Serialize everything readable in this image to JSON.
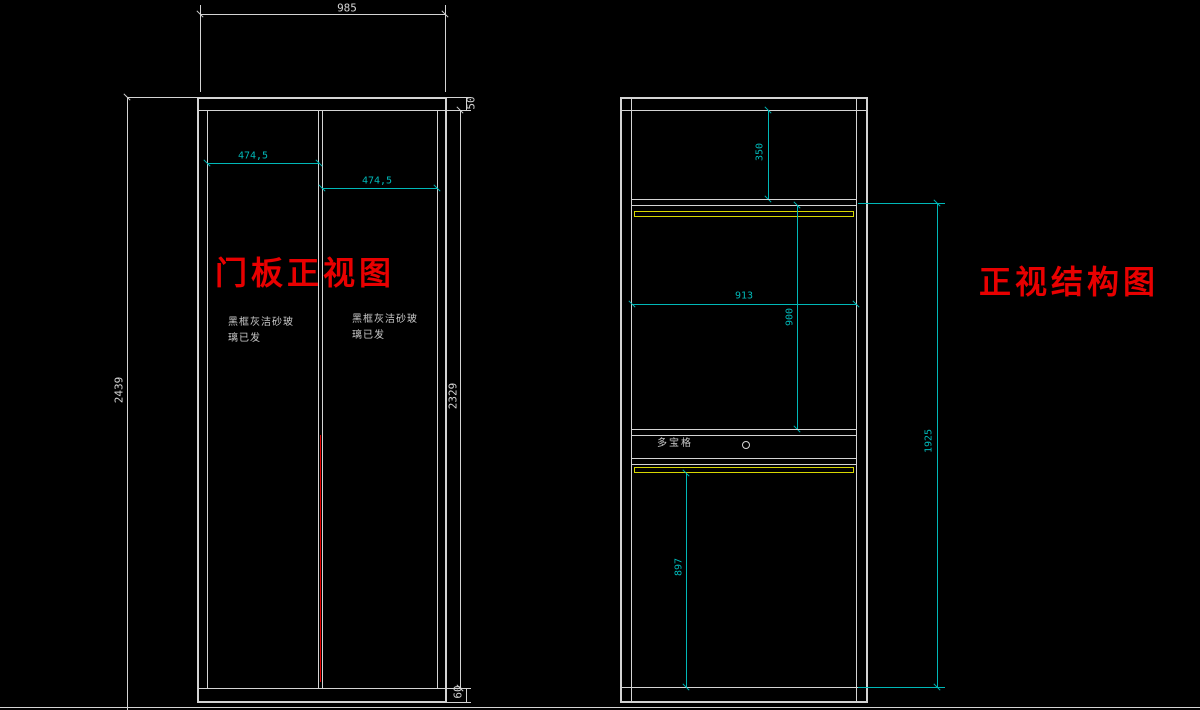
{
  "canvas": {
    "background": "#000000"
  },
  "colors": {
    "structure": "#d4d4d4",
    "dimension": "#00b8b8",
    "rail": "#d6d600",
    "accent_red": "#e80000"
  },
  "left_view": {
    "title": "门板正视图",
    "dim_overall_width": "985",
    "dim_overall_height": "2439",
    "dim_door_height": "2329",
    "dim_left_door_width": "474,5",
    "dim_right_door_width": "474,5",
    "dim_top_rail": "50",
    "dim_bottom_rail": "60",
    "left_door_label": [
      "黑框灰洁砂玻",
      "璃已发"
    ],
    "right_door_label": [
      "黑框灰洁砂玻",
      "璃已发"
    ]
  },
  "right_view": {
    "title": "正视结构图",
    "dim_top_section_height": "350",
    "dim_interior_width": "913",
    "dim_hanging_height": "900",
    "dim_lower_section_height": "897",
    "dim_interior_height": "1925",
    "drawer_label": "多宝格"
  }
}
